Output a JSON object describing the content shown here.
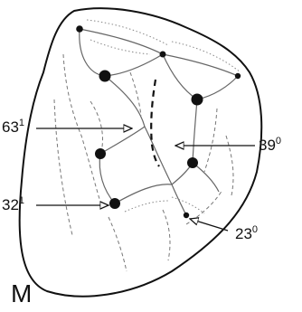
{
  "labels": {
    "l63": {
      "value": "63",
      "sup": "1"
    },
    "l39": {
      "value": "39",
      "sup": "0"
    },
    "l32": {
      "value": "32",
      "sup": "1"
    },
    "l23": {
      "value": "23",
      "sup": "0"
    },
    "side": "M"
  }
}
